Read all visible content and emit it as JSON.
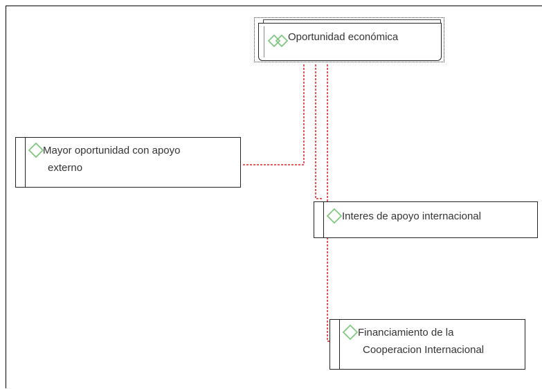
{
  "diagram": {
    "root": {
      "label": "Oportunidad económica",
      "icon": "double-diamond-icon"
    },
    "nodes": [
      {
        "id": "mayor",
        "label_line1": "Mayor oportunidad con apoyo",
        "label_line2": "externo",
        "icon": "diamond-icon"
      },
      {
        "id": "interes",
        "label": "Interes de apoyo internacional",
        "icon": "diamond-icon"
      },
      {
        "id": "financiamiento",
        "label_line1": "Financiamiento de la",
        "label_line2": "Cooperacion Internacional",
        "icon": "diamond-icon"
      }
    ],
    "links": [
      {
        "from": "root",
        "to": "mayor"
      },
      {
        "from": "root",
        "to": "interes"
      },
      {
        "from": "root",
        "to": "financiamiento"
      }
    ],
    "colors": {
      "icon_stroke": "#7fc97f",
      "link": "#e02020",
      "border": "#222222"
    }
  }
}
